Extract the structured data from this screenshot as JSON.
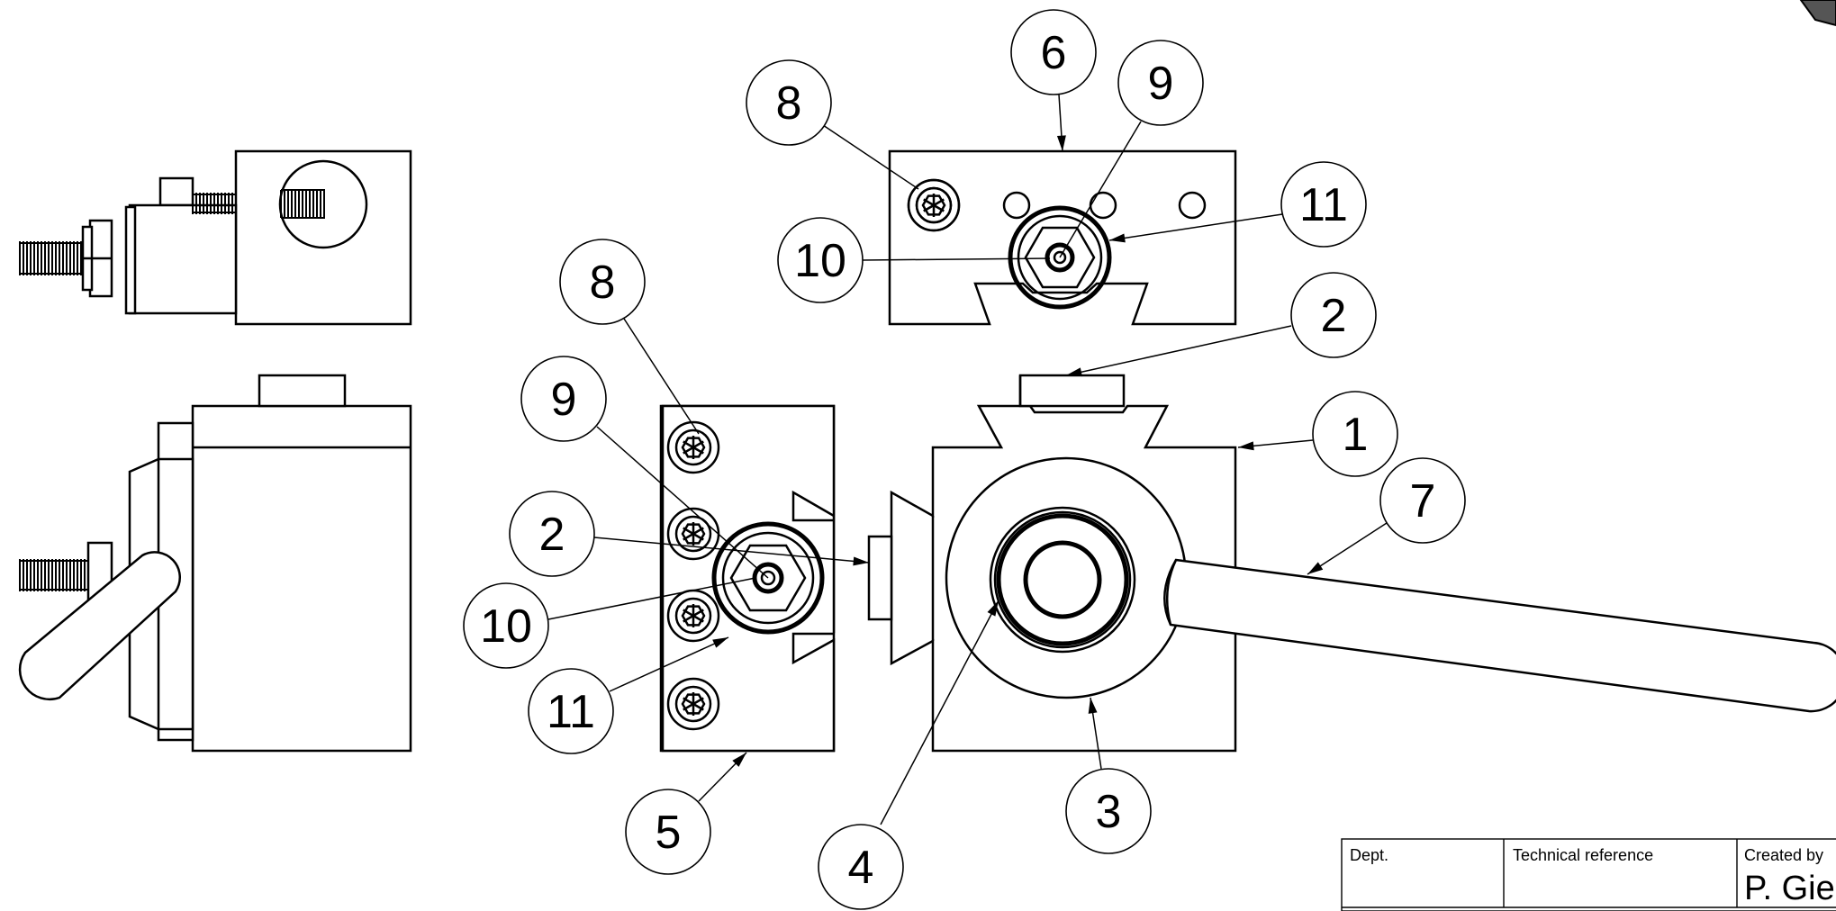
{
  "balloons": [
    {
      "id": "b6-top",
      "number": "6"
    },
    {
      "id": "b9-top",
      "number": "9"
    },
    {
      "id": "b8-top",
      "number": "8"
    },
    {
      "id": "b11-top",
      "number": "11"
    },
    {
      "id": "b10-top",
      "number": "10"
    },
    {
      "id": "b2-right",
      "number": "2"
    },
    {
      "id": "b8-left",
      "number": "8"
    },
    {
      "id": "b1",
      "number": "1"
    },
    {
      "id": "b9-left",
      "number": "9"
    },
    {
      "id": "b7",
      "number": "7"
    },
    {
      "id": "b2-left",
      "number": "2"
    },
    {
      "id": "b10-left",
      "number": "10"
    },
    {
      "id": "b11-left",
      "number": "11"
    },
    {
      "id": "b3",
      "number": "3"
    },
    {
      "id": "b5",
      "number": "5"
    },
    {
      "id": "b4",
      "number": "4"
    }
  ],
  "title_block": {
    "dept_label": "Dept.",
    "techref_label": "Technical reference",
    "created_by_label": "Created by",
    "created_by_value": "P. Gie"
  },
  "colors": {
    "line": "#000000",
    "background": "#ffffff"
  }
}
